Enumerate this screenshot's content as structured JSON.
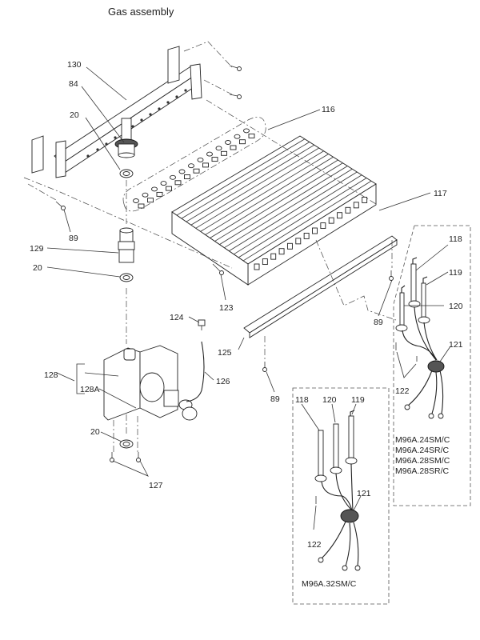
{
  "title": "Gas assembly",
  "part_labels": {
    "p130": "130",
    "p84": "84",
    "p20_top": "20",
    "p116": "116",
    "p117": "117",
    "p89_left": "89",
    "p129": "129",
    "p20_mid": "20",
    "p123": "123",
    "p124": "124",
    "p125": "125",
    "p126": "126",
    "p128": "128",
    "p128A": "128A",
    "p20_bottom": "20",
    "p127": "127",
    "p89_mid": "89",
    "p89_right": "89",
    "p118_a": "118",
    "p119_a": "119",
    "p120_a": "120",
    "p121_a": "121",
    "p122_a": "122",
    "p118_b": "118",
    "p120_b": "120",
    "p119_b": "119",
    "p121_b": "121",
    "p122_b": "122"
  },
  "model_groups": {
    "group_a": [
      "M96A.24SM/C",
      "M96A.24SR/C",
      "M96A.28SM/C",
      "M96A.28SR/C"
    ],
    "group_b": [
      "M96A.32SM/C"
    ]
  }
}
